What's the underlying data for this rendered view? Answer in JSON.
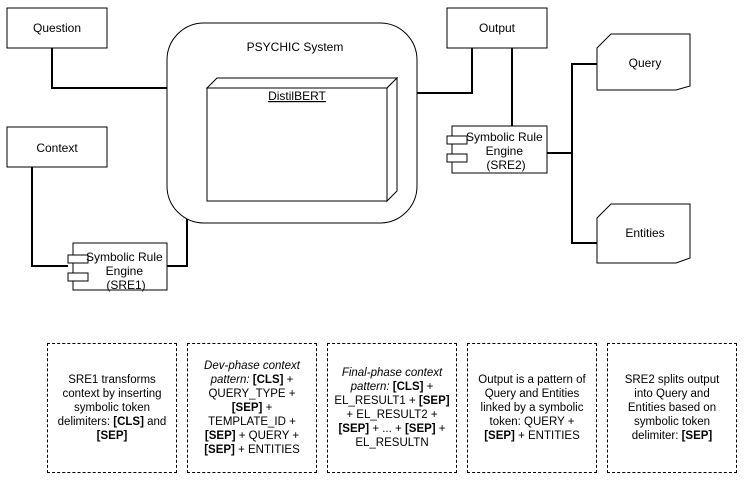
{
  "nodes": {
    "question": "Question",
    "context": "Context",
    "output": "Output",
    "system_title": "PSYCHIC System",
    "distilbert": "DistilBERT",
    "sre1": [
      "Symbolic Rule",
      "Engine",
      "(SRE1)"
    ],
    "sre2": [
      "Symbolic Rule",
      "Engine",
      "(SRE2)"
    ],
    "query": "Query",
    "entities": "Entities"
  },
  "notes": {
    "note1": {
      "a": "SRE1 transforms context by inserting symbolic token delimiters: ",
      "b": "[CLS]",
      "c": " and ",
      "d": "[SEP]"
    },
    "note2": {
      "italic": "Dev-phase context pattern: ",
      "t1": "[CLS]",
      "t2": " + QUERY_TYPE + ",
      "t3": "[SEP]",
      "t4": " + TEMPLATE_ID + ",
      "t5": "[SEP]",
      "t6": " + QUERY + ",
      "t7": "[SEP]",
      "t8": " + ENTITIES"
    },
    "note3": {
      "italic": "Final-phase context pattern: ",
      "t1": "[CLS]",
      "t2": " + EL_RESULT1 + ",
      "t3": "[SEP]",
      "t4": " + EL_RESULT2 + ",
      "t5": "[SEP]",
      "t6": " + ... + ",
      "t7": "[SEP]",
      "t8": " + EL_RESULTN"
    },
    "note4": {
      "a": "Output is a pattern of Query and Entities linked by a symbolic token: QUERY + ",
      "b": "[SEP]",
      "c": " + ENTITIES"
    },
    "note5": {
      "a": "SRE2 splits output into Query and Entities based on symbolic token delimiter: ",
      "b": "[SEP]"
    }
  }
}
